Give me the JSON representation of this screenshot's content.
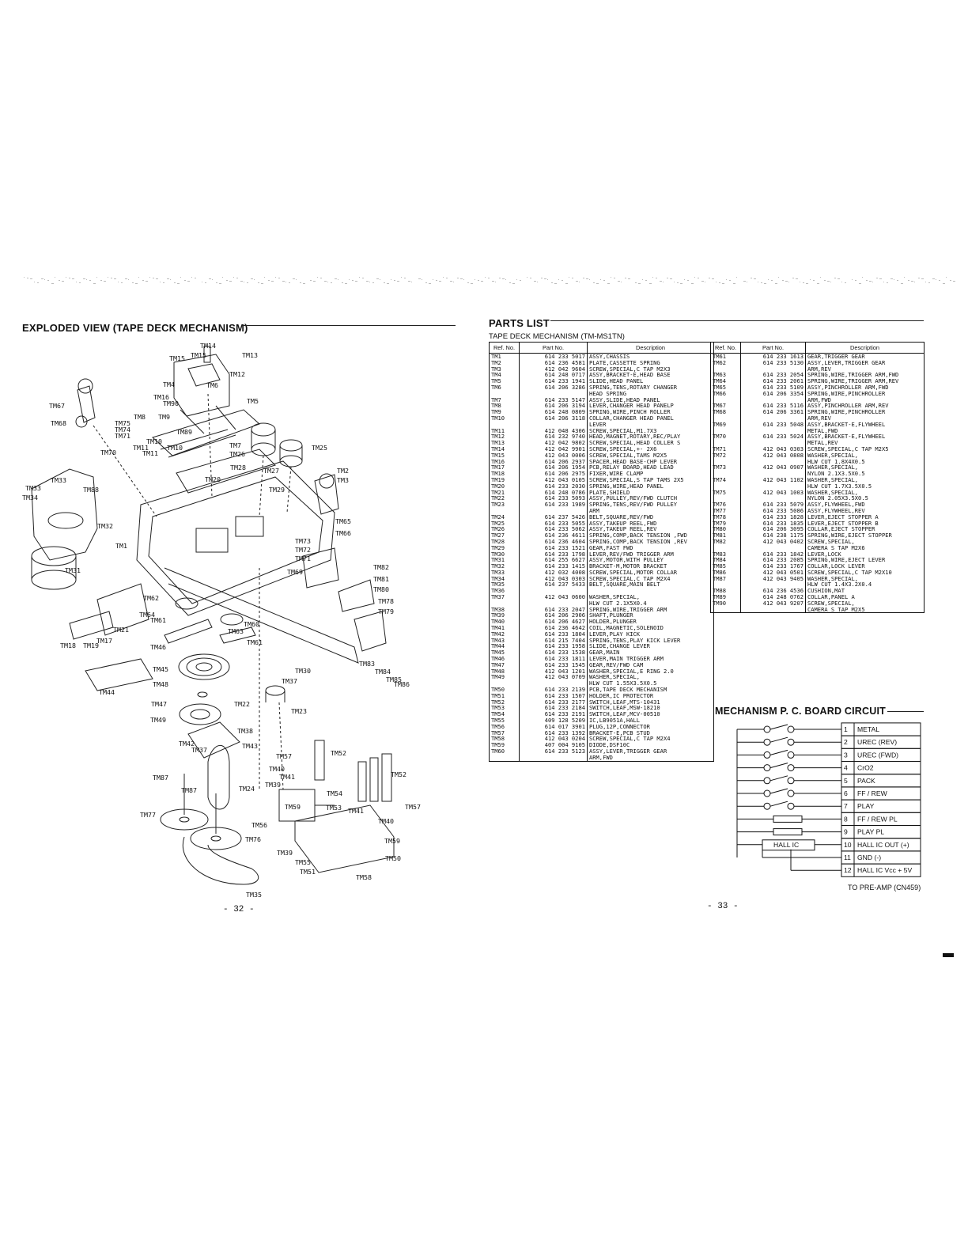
{
  "left_page": {
    "heading": "EXPLODED VIEW (TAPE DECK MECHANISM)",
    "page_number": "- 32 -",
    "callouts": [
      "TM14",
      "TM15",
      "TM15",
      "TM13",
      "TM12",
      "TM4",
      "TM6",
      "TM16",
      "TM5",
      "TM67",
      "TM90",
      "TM8",
      "TM9",
      "TM75",
      "TM68",
      "TM74",
      "TM71",
      "TM89",
      "TM10",
      "TM11",
      "TM10",
      "TM70",
      "TM11",
      "TM7",
      "TM26",
      "TM25",
      "TM28",
      "TM27",
      "TM2",
      "TM20",
      "TM3",
      "TM33",
      "TM29",
      "TM33",
      "TM88",
      "TM34",
      "TM32",
      "TM65",
      "TM66",
      "TM1",
      "TM73",
      "TM72",
      "TM71",
      "TM82",
      "TM31",
      "TM69",
      "TM81",
      "TM80",
      "TM78",
      "TM79",
      "TM62",
      "TM64",
      "TM61",
      "TM60",
      "TM63",
      "TM21",
      "TM18",
      "TM19",
      "TM17",
      "TM46",
      "TM61",
      "TM45",
      "TM30",
      "TM83",
      "TM84",
      "TM37",
      "TM48",
      "TM85",
      "TM86",
      "TM44",
      "TM47",
      "TM22",
      "TM23",
      "TM49",
      "TM38",
      "TM42",
      "TM43",
      "TM37",
      "TM57",
      "TM52",
      "TM40",
      "TM52",
      "TM41",
      "TM87",
      "TM39",
      "TM24",
      "TM87",
      "TM54",
      "TM57",
      "TM59",
      "TM53",
      "TM41",
      "TM40",
      "TM77",
      "TM56",
      "TM59",
      "TM76",
      "TM39",
      "TM50",
      "TM55",
      "TM51",
      "TM58",
      "TM35"
    ]
  },
  "right_page": {
    "heading": "PARTS LIST",
    "subheading": "TAPE DECK MECHANISM (TM-MS1TN)",
    "page_number": "- 33 -",
    "columns": [
      "Ref. No.",
      "Part No.",
      "Description"
    ],
    "parts_left": [
      [
        "TM1",
        "614 233 5017",
        "ASSY,CHASSIS"
      ],
      [
        "TM2",
        "614 236 4581",
        "PLATE,CASSETTE SPRING"
      ],
      [
        "TM3",
        "412 042 9604",
        "SCREW,SPECIAL,C TAP M2X3"
      ],
      [
        "TM4",
        "614 248 0717",
        "ASSY,BRACKET-E,HEAD BASE"
      ],
      [
        "TM5",
        "614 233 1941",
        "SLIDE,HEAD PANEL"
      ],
      [
        "TM6",
        "614 206 3286",
        "SPRING,TENS,ROTARY CHANGER"
      ],
      [
        "",
        "",
        "HEAD SPRING"
      ],
      [
        "TM7",
        "614 233 5147",
        "ASSY,SLIDE,HEAD PANEL"
      ],
      [
        "TM8",
        "614 206 3194",
        "LEVER,CHANGER HEAD PANELP"
      ],
      [
        "TM9",
        "614 248 0809",
        "SPRING,WIRE,PINCH ROLLER"
      ],
      [
        "TM10",
        "614 206 3118",
        "COLLAR,CHANGER HEAD PANEL"
      ],
      [
        "",
        "",
        "LEVER"
      ],
      [
        "TM11",
        "412 048 4306",
        "SCREW,SPECIAL,M1.7X3"
      ],
      [
        "TM12",
        "614 232 9740",
        "HEAD,MAGNET,ROTARY,REC/PLAY"
      ],
      [
        "TM13",
        "412 042 9802",
        "SCREW,SPECIAL,HEAD COLLER S"
      ],
      [
        "TM14",
        "412 042 9901",
        "SCREW,SPECIAL,+- 2X6"
      ],
      [
        "TM15",
        "412 043 0006",
        "SCREW,SPECIAL,TAMS M2X5"
      ],
      [
        "TM16",
        "614 206 2937",
        "SPACER,HEAD BASE-CHP LEVER"
      ],
      [
        "TM17",
        "614 206 1954",
        "PCB,RELAY BOARD,HEAD LEAD"
      ],
      [
        "TM18",
        "614 206 2975",
        "FIXER,WIRE CLAMP"
      ],
      [
        "TM19",
        "412 043 0105",
        "SCREW,SPECIAL,S TAP TAMS 2X5"
      ],
      [
        "TM20",
        "614 233 2030",
        "SPRING,WIRE,HEAD PANEL"
      ],
      [
        "TM21",
        "614 248 0786",
        "PLATE,SHIELD"
      ],
      [
        "TM22",
        "614 233 5093",
        "ASSY,PULLEY,REV/FWD CLUTCH"
      ],
      [
        "TM23",
        "614 233 1989",
        "SPRING,TENS,REV/FWD PULLEY"
      ],
      [
        "",
        "",
        "ARM"
      ],
      [
        "TM24",
        "614 237 5426",
        "BELT,SQUARE,REV/FWD"
      ],
      [
        "TM25",
        "614 233 5055",
        "ASSY,TAKEUP REEL,FWD"
      ],
      [
        "TM26",
        "614 233 5062",
        "ASSY,TAKEUP REEL,REV"
      ],
      [
        "TM27",
        "614 236 4611",
        "SPRING,COMP,BACK TENSION ,FWD"
      ],
      [
        "TM28",
        "614 236 4604",
        "SPRING,COMP,BACK TENSION ,REV"
      ],
      [
        "TM29",
        "614 233 1521",
        "GEAR,FAST FWD"
      ],
      [
        "TM30",
        "614 233 1798",
        "LEVER,REV/FWD TRIGGER ARM"
      ],
      [
        "TM31",
        "614 255 6627",
        "ASSY,MOTOR,WITH PULLEY"
      ],
      [
        "TM32",
        "614 233 1415",
        "BRACKET-M,MOTOR BRACKET"
      ],
      [
        "TM33",
        "412 032 4008",
        "SCREW,SPECIAL,MOTOR COLLAR"
      ],
      [
        "TM34",
        "412 043 0303",
        "SCREW,SPECIAL,C TAP M2X4"
      ],
      [
        "TM35",
        "614 237 5433",
        "BELT,SQUARE,MAIN BELT"
      ],
      [
        "TM36",
        "",
        ""
      ],
      [
        "TM37",
        "412 043 0600",
        "WASHER,SPECIAL,"
      ],
      [
        "",
        "",
        "HLW CUT 2.1X5X0.4"
      ],
      [
        "TM38",
        "614 233 2047",
        "SPRING,WIRE,TRIGGER ARM"
      ],
      [
        "TM39",
        "614 206 2906",
        "SHAFT,PLUNGER"
      ],
      [
        "TM40",
        "614 206 4627",
        "HOLDER,PLUNGER"
      ],
      [
        "TM41",
        "614 236 4642",
        "COIL,MAGNETIC,SOLENOID"
      ],
      [
        "TM42",
        "614 233 1804",
        "LEVER,PLAY KICK"
      ],
      [
        "TM43",
        "614 215 7404",
        "SPRING,TENS,PLAY KICK LEVER"
      ],
      [
        "TM44",
        "614 233 1958",
        "SLIDE,CHANGE LEVER"
      ],
      [
        "TM45",
        "614 233 1538",
        "GEAR,MAIN"
      ],
      [
        "TM46",
        "614 233 1811",
        "LEVER,MAIN TRIGGER ARM"
      ],
      [
        "TM47",
        "614 233 1545",
        "GEAR,REV/FWD CAM"
      ],
      [
        "TM48",
        "412 043 1201",
        "WASHER,SPECIAL,E RING 2.0"
      ],
      [
        "TM49",
        "412 043 0709",
        "WASHER,SPECIAL,"
      ],
      [
        "",
        "",
        "HLW CUT 1.55X3.5X0.5"
      ],
      [
        "TM50",
        "614 233 2139",
        "PCB,TAPE DECK MECHANISM"
      ],
      [
        "TM51",
        "614 233 1507",
        "HOLDER,IC PROTECTOR"
      ],
      [
        "TM52",
        "614 233 2177",
        "SWITCH,LEAF,MTS-10431"
      ],
      [
        "TM53",
        "614 233 2184",
        "SWITCH,LEAF,MSW-18210"
      ],
      [
        "TM54",
        "614 233 2191",
        "SWITCH,LEAF,MCV-00510"
      ],
      [
        "TM55",
        "409 128 5209",
        "IC,LB9051A,HALL"
      ],
      [
        "TM56",
        "614 017 3901",
        "PLUG,12P,CONNECTOR"
      ],
      [
        "TM57",
        "614 233 1392",
        "BRACKET-E,PCB STUD"
      ],
      [
        "TM58",
        "412 043 0204",
        "SCREW,SPECIAL,C TAP M2X4"
      ],
      [
        "TM59",
        "407 004 9105",
        "DIODE,DSF10C"
      ],
      [
        "TM60",
        "614 233 5123",
        "ASSY,LEVER,TRIGGER GEAR"
      ],
      [
        "",
        "",
        "ARM,FWD"
      ]
    ],
    "parts_right": [
      [
        "TM61",
        "614 233 1613",
        "GEAR,TRIGGER GEAR"
      ],
      [
        "TM62",
        "614 233 5130",
        "ASSY,LEVER,TRIGGER GEAR"
      ],
      [
        "",
        "",
        "ARM,REV"
      ],
      [
        "TM63",
        "614 233 2054",
        "SPRING,WIRE,TRIGGER ARM,FWD"
      ],
      [
        "TM64",
        "614 233 2061",
        "SPRING,WIRE,TRIGGER ARM,REV"
      ],
      [
        "TM65",
        "614 233 5109",
        "ASSY,PINCHROLLER ARM,FWD"
      ],
      [
        "TM66",
        "614 206 3354",
        "SPRING,WIRE,PINCHROLLER"
      ],
      [
        "",
        "",
        "ARM,FWD"
      ],
      [
        "TM67",
        "614 233 5116",
        "ASSY,PINCHROLLER ARM,REV"
      ],
      [
        "TM68",
        "614 206 3361",
        "SPRING,WIRE,PINCHROLLER"
      ],
      [
        "",
        "",
        "ARM,REV"
      ],
      [
        "TM69",
        "614 233 5048",
        "ASSY,BRACKET-E,FLYWHEEL"
      ],
      [
        "",
        "",
        "METAL,FWD"
      ],
      [
        "TM70",
        "614 233 5024",
        "ASSY,BRACKET-E,FLYWHEEL"
      ],
      [
        "",
        "",
        "METAL,REV"
      ],
      [
        "TM71",
        "412 043 0303",
        "SCREW,SPECIAL,C TAP M2X5"
      ],
      [
        "TM72",
        "412 043 0808",
        "WASHER,SPECIAL,"
      ],
      [
        "",
        "",
        "HLW CUT 1.8X4X0.5"
      ],
      [
        "TM73",
        "412 043 0907",
        "WASHER,SPECIAL,"
      ],
      [
        "",
        "",
        "NYLON 2.1X3.5X0.5"
      ],
      [
        "TM74",
        "412 043 1102",
        "WASHER,SPECIAL,"
      ],
      [
        "",
        "",
        "HLW CUT 1.7X3.5X0.5"
      ],
      [
        "TM75",
        "412 043 1003",
        "WASHER,SPECIAL,"
      ],
      [
        "",
        "",
        "NYLON 2.05X3.5X0.5"
      ],
      [
        "TM76",
        "614 233 5079",
        "ASSY,FLYWHEEL,FWD"
      ],
      [
        "TM77",
        "614 233 5086",
        "ASSY,FLYWHEEL,REV"
      ],
      [
        "TM78",
        "614 233 1828",
        "LEVER,EJECT STOPPER A"
      ],
      [
        "TM79",
        "614 233 1835",
        "LEVER,EJECT STOPPER B"
      ],
      [
        "TM80",
        "614 206 3095",
        "COLLAR,EJECT STOPPER"
      ],
      [
        "TM81",
        "614 238 1175",
        "SPRING,WIRE,EJECT STOPPER"
      ],
      [
        "TM82",
        "412 043 0402",
        "SCREW,SPECIAL,"
      ],
      [
        "",
        "",
        "CAMERA S TAP M2X6"
      ],
      [
        "TM83",
        "614 233 1842",
        "LEVER,LOCK"
      ],
      [
        "TM84",
        "614 233 2085",
        "SPRING,WIRE,EJECT LEVER"
      ],
      [
        "TM85",
        "614 233 1767",
        "COLLAR,LOCK LEVER"
      ],
      [
        "TM86",
        "412 043 0501",
        "SCREW,SPECIAL,C TAP M2X10"
      ],
      [
        "TM87",
        "412 043 9405",
        "WASHER,SPECIAL,"
      ],
      [
        "",
        "",
        "HLW CUT 1.4X3.2X0.4"
      ],
      [
        "TM88",
        "614 236 4536",
        "CUSHION,MAT"
      ],
      [
        "TM89",
        "614 248 0762",
        "COLLAR,PANEL A"
      ],
      [
        "TM90",
        "412 043 9207",
        "SCREW,SPECIAL,"
      ],
      [
        "",
        "",
        "CAMERA S TAP M2X5"
      ]
    ],
    "pcb": {
      "heading": "MECHANISM P. C. BOARD CIRCUIT",
      "pins": [
        {
          "n": "1",
          "label": "METAL"
        },
        {
          "n": "2",
          "label": "UREC (REV)"
        },
        {
          "n": "3",
          "label": "UREC (FWD)"
        },
        {
          "n": "4",
          "label": "CrO2"
        },
        {
          "n": "5",
          "label": "PACK"
        },
        {
          "n": "6",
          "label": "FF / REW"
        },
        {
          "n": "7",
          "label": "PLAY"
        },
        {
          "n": "8",
          "label": "FF / REW PL"
        },
        {
          "n": "9",
          "label": "PLAY PL"
        },
        {
          "n": "10",
          "label": "HALL IC  OUT (+)"
        },
        {
          "n": "11",
          "label": "GND (-)"
        },
        {
          "n": "12",
          "label": "HALL IC Vcc + 5V"
        }
      ],
      "hall_label": "HALL IC",
      "footer": "TO PRE-AMP (CN459)"
    }
  }
}
